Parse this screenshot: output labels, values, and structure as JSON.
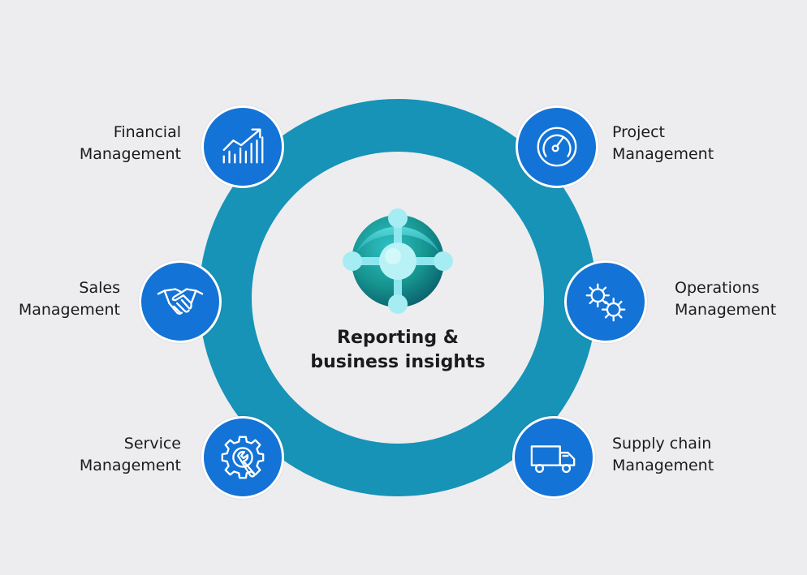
{
  "center": {
    "line1": "Reporting &",
    "line2": "business insights",
    "logo_icon": "dynamics-365-business-central-logo"
  },
  "colors": {
    "background": "#ededef",
    "ring": "#1693b7",
    "node": "#1473d6",
    "node_border": "#ffffff"
  },
  "nodes": {
    "financial": {
      "line1": "Financial",
      "line2": "Management",
      "icon": "growth-chart-icon"
    },
    "sales": {
      "line1": "Sales",
      "line2": "Management",
      "icon": "handshake-icon"
    },
    "service": {
      "line1": "Service",
      "line2": "Management",
      "icon": "gear-wrench-icon"
    },
    "project": {
      "line1": "Project",
      "line2": "Management",
      "icon": "gauge-icon"
    },
    "operations": {
      "line1": "Operations",
      "line2": "Management",
      "icon": "gears-icon"
    },
    "supply": {
      "line1": "Supply chain",
      "line2": "Management",
      "icon": "truck-icon"
    }
  }
}
